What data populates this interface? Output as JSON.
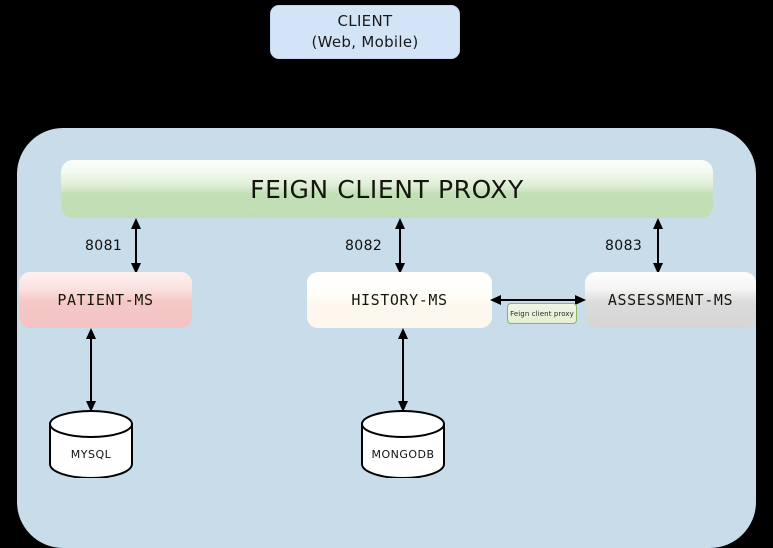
{
  "diagram": {
    "background_color": "#000000",
    "client": {
      "title": "CLIENT",
      "subtitle": "(Web, Mobile)",
      "color": "#d4e4f7"
    },
    "container": {
      "color": "#c9dcea"
    },
    "proxy": {
      "label": "FEIGN CLIENT PROXY",
      "color": "#c0ddb3"
    },
    "services": [
      {
        "name": "PATIENT-MS",
        "port": "8081",
        "color": "#f3c3c2"
      },
      {
        "name": "HISTORY-MS",
        "port": "8082",
        "color": "#fdf7ed"
      },
      {
        "name": "ASSESSMENT-MS",
        "port": "8083",
        "color": "#d5d5d5"
      }
    ],
    "feign_tag": {
      "label": "Feign client proxy",
      "border_color": "#8db463",
      "color": "#e3efd3"
    },
    "databases": [
      {
        "name": "MYSQL",
        "service": "PATIENT-MS"
      },
      {
        "name": "MONGODB",
        "service": "HISTORY-MS"
      }
    ],
    "arrows": {
      "style": "double-headed",
      "color": "#000000"
    }
  }
}
